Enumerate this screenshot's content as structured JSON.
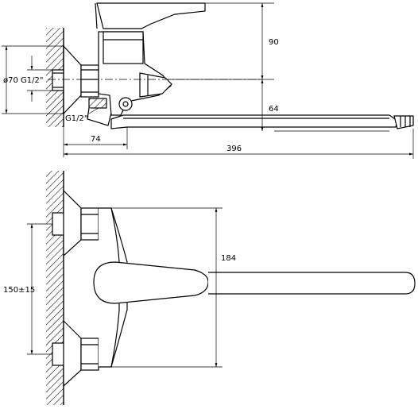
{
  "dimensions": {
    "height_top": "90",
    "spout_depth": "64",
    "diameter": "ø70",
    "inlet_thread": "G1/2\"",
    "outlet_thread": "G1/2\"",
    "offset": "74",
    "spout_length": "396",
    "body_height": "184",
    "inlet_spacing": "150±15"
  }
}
